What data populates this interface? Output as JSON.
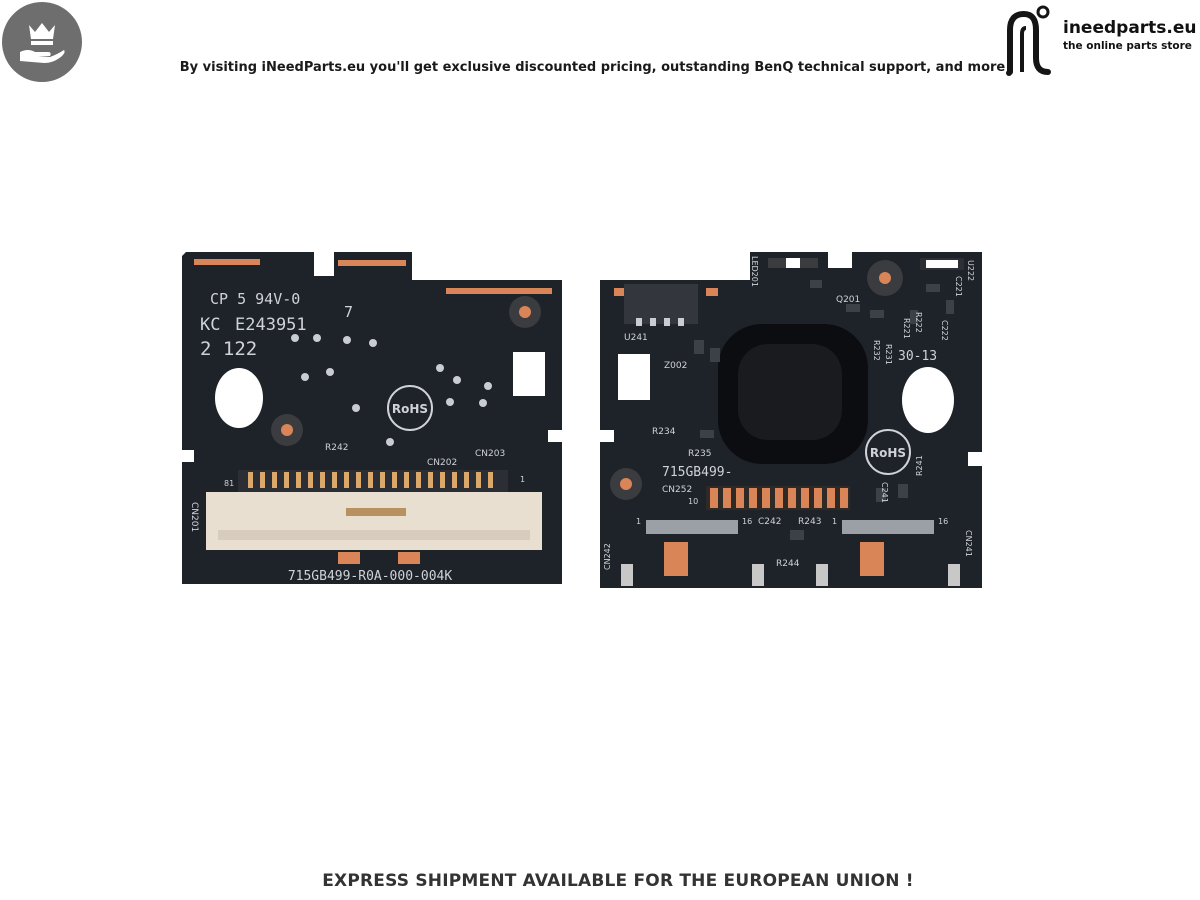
{
  "header": {
    "tagline": "By visiting iNeedParts.eu you'll get exclusive discounted pricing, outstanding BenQ technical support, and more"
  },
  "logo": {
    "name": "ineedparts.eu",
    "subtitle": "the online parts store",
    "crown_icon": "crown-hand-icon"
  },
  "photo": {
    "left_board": {
      "ul_mark": "CP 5 94V-0",
      "kc_mark": "KC",
      "file_number": "E243951",
      "digit": "7",
      "date_code": "2 122",
      "rohs": "RoHS",
      "r242": "R242",
      "cn202": "CN202",
      "cn203": "CN203",
      "pin81": "81",
      "pin1": "1",
      "cn201": "CN201",
      "part_number": "715GB499-R0A-000-004K"
    },
    "right_board": {
      "led201": "LED201",
      "q201": "Q201",
      "u222": "U222",
      "u241": "U241",
      "z002": "Z002",
      "r221": "R221",
      "r222": "R222",
      "c222": "C222",
      "c221": "C221",
      "code": "30-13",
      "r231": "R231",
      "r232": "R232",
      "r234": "R234",
      "r235": "R235",
      "rohs": "RoHS",
      "part_number": "715GB499-",
      "cn252": "CN252",
      "pin10": "10",
      "c241": "C241",
      "r241": "R241",
      "c242": "C242",
      "r243": "R243",
      "r244": "R244",
      "cn242": "CN242",
      "cn241": "CN241",
      "pin1a": "1",
      "pin16a": "16",
      "pin1b": "1",
      "pin16b": "16"
    }
  },
  "footer": {
    "text": "EXPRESS SHIPMENT AVAILABLE FOR THE EUROPEAN UNION !"
  },
  "colors": {
    "pcb": "#1e2229",
    "copper": "#d98558",
    "connector": "#e8dfd1",
    "badge": "#6e6e6e"
  }
}
